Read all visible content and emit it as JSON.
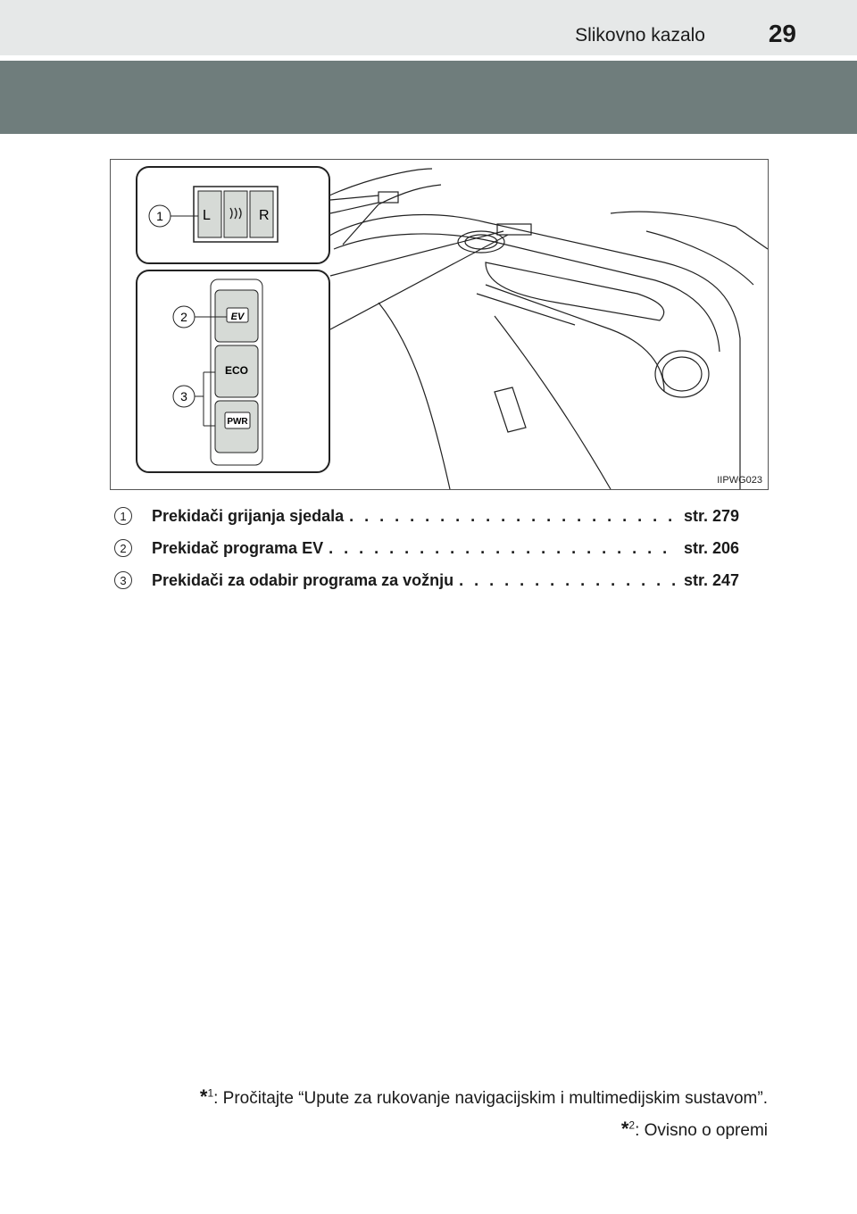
{
  "header": {
    "section_title": "Slikovno kazalo",
    "page_number": "29"
  },
  "figure": {
    "code": "IIPWG023",
    "callouts": [
      "1",
      "2",
      "3"
    ],
    "seat_heater_labels": [
      "L",
      "R"
    ],
    "switch_labels": {
      "ev": "EV",
      "eco": "ECO",
      "pwr": "PWR"
    }
  },
  "items": [
    {
      "num": "1",
      "label": "Prekidači grijanja sjedala",
      "leader": ". . . . . . . . . . . . . . . . . . . . . . . . . . . . . . . . . . . . . . .",
      "page": "str. 279"
    },
    {
      "num": "2",
      "label": "Prekidač programa EV",
      "leader": ". . . . . . . . . . . . . . . . . . . . . . . . . . . . . . . . . . . . . . .",
      "page": "str. 206"
    },
    {
      "num": "3",
      "label": "Prekidači za odabir programa za vožnju",
      "leader": ". . . . . . . . . . . . . . . . . . . . . . . . . . . . . . . . . . . . . . .",
      "page": "str. 247"
    }
  ],
  "footnotes": [
    {
      "star": "*",
      "sup": "1",
      "text": ": Pročitajte “Upute za rukovanje navigacijskim i multimedijskim sustavom”."
    },
    {
      "star": "*",
      "sup": "2",
      "text": ": Ovisno o opremi"
    }
  ]
}
